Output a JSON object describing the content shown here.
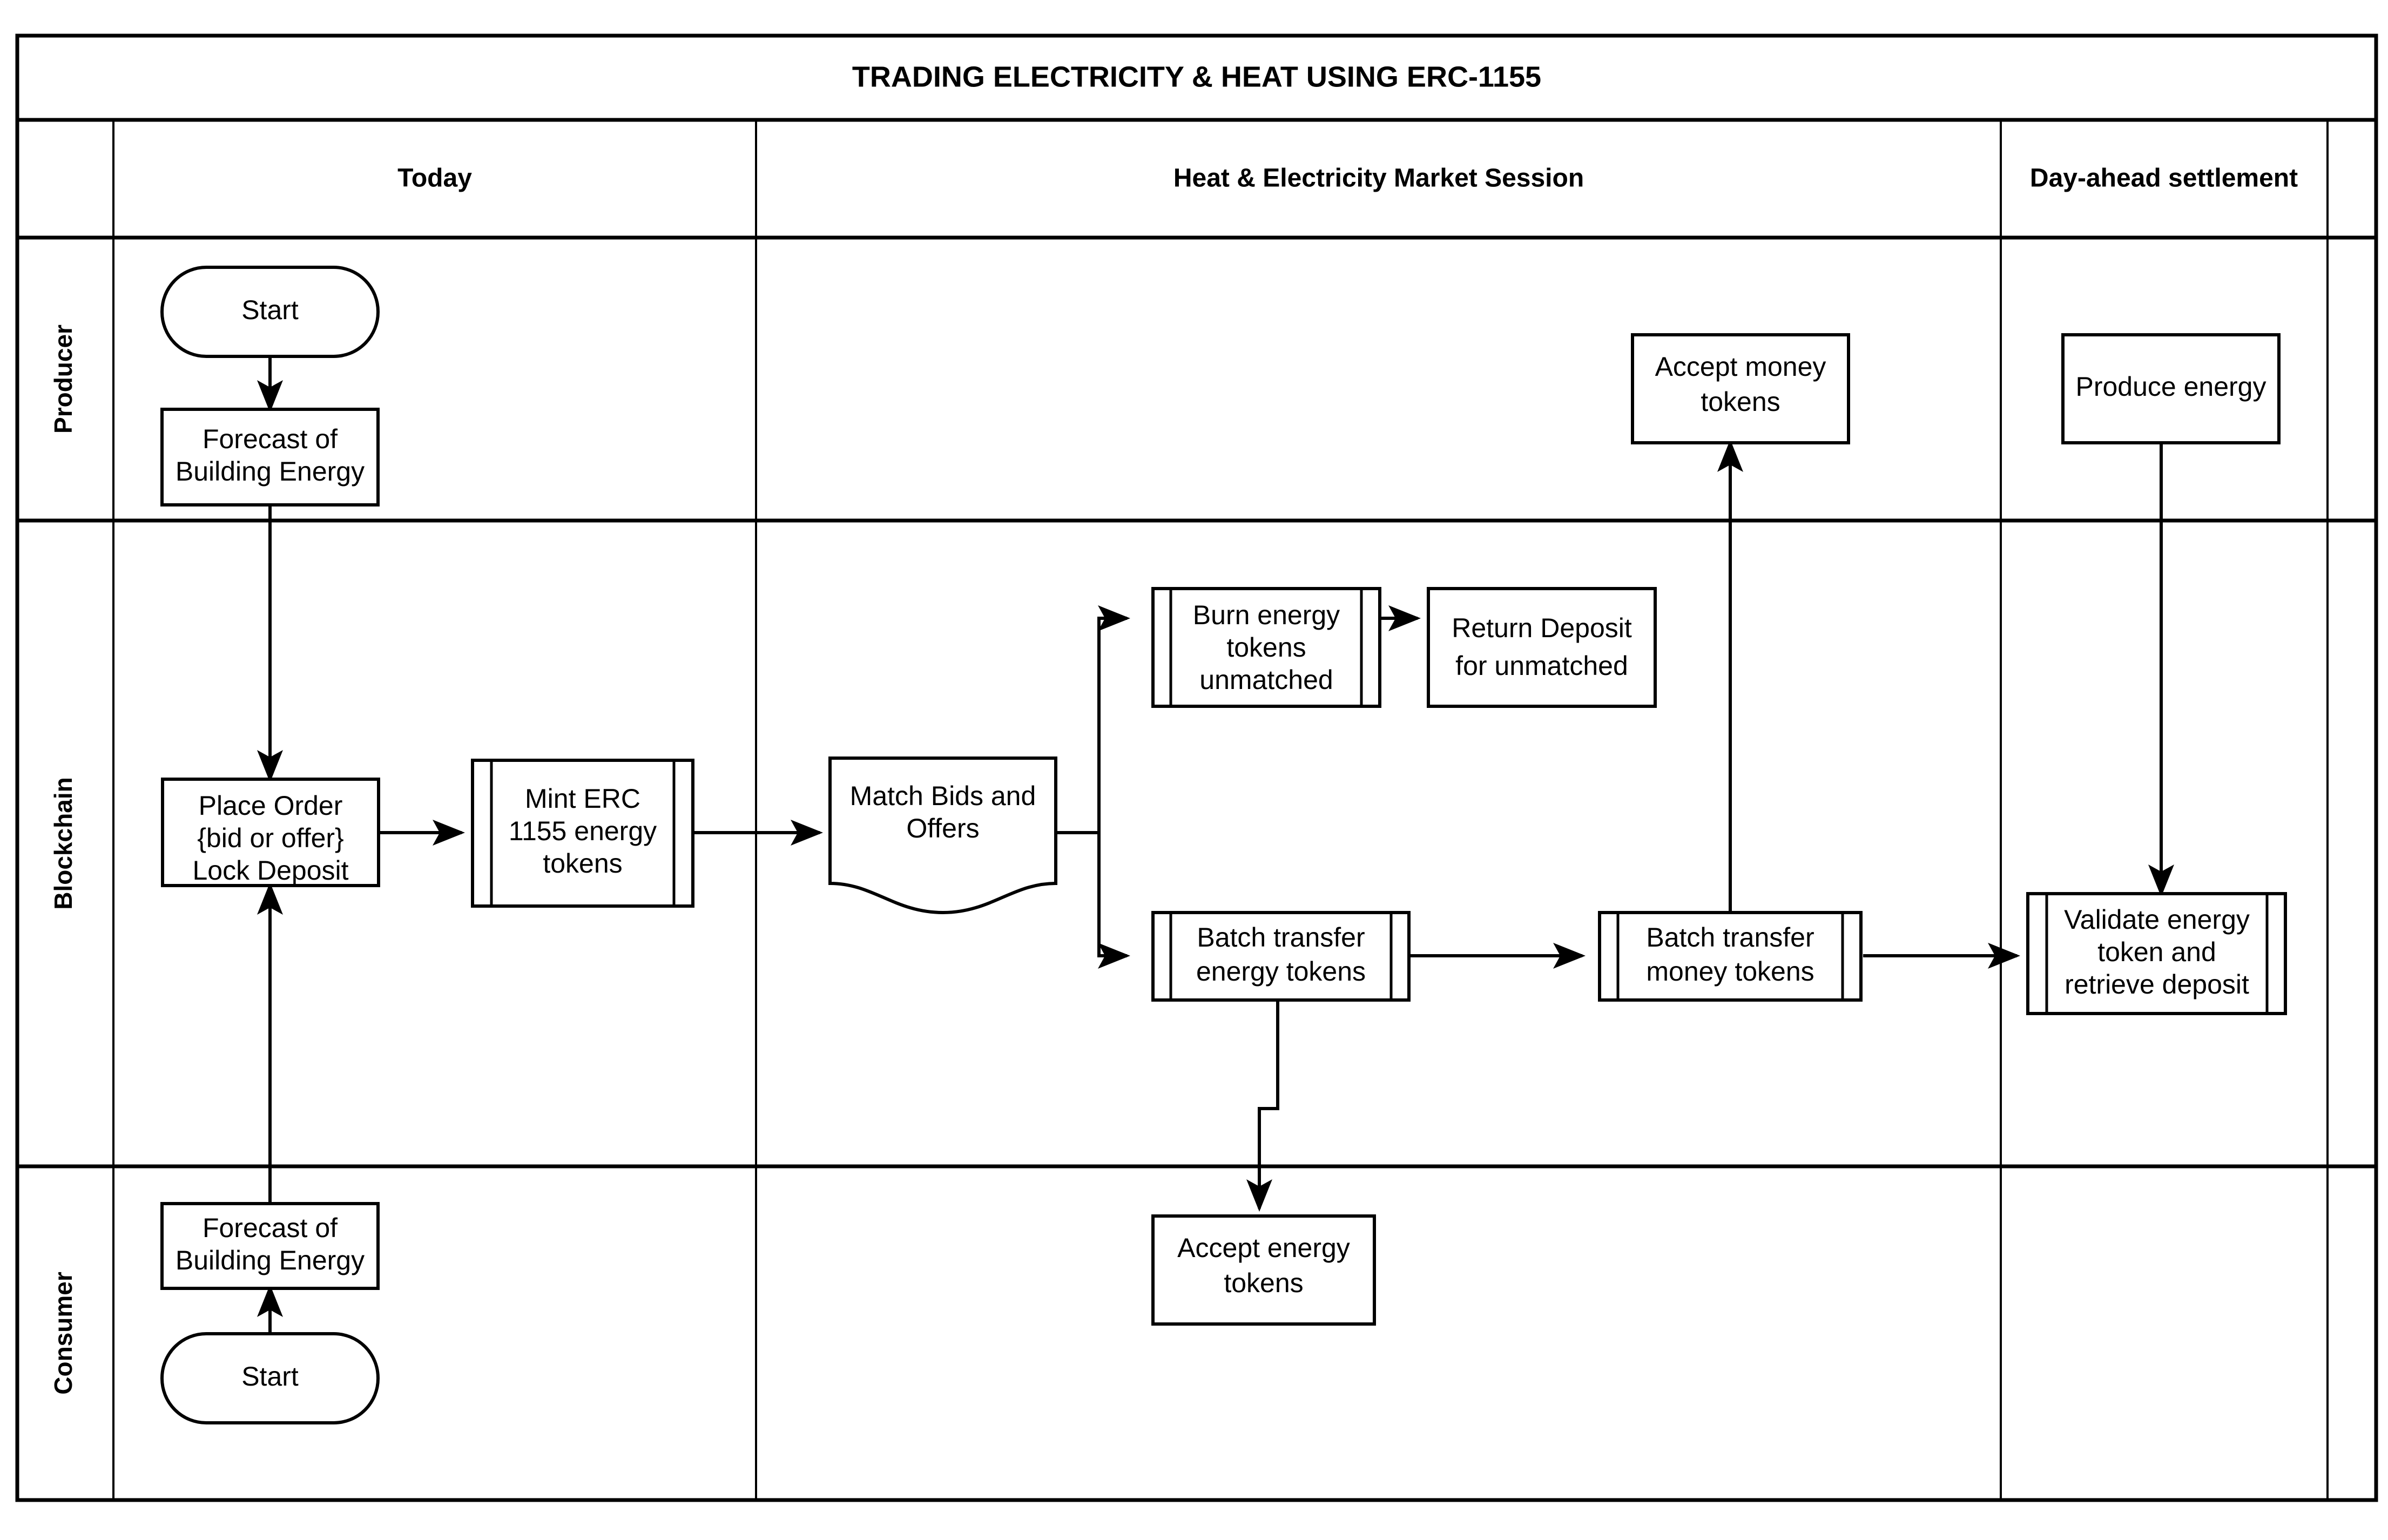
{
  "diagram": {
    "title": "TRADING ELECTRICITY & HEAT USING ERC-1155",
    "type": "swimlane-flowchart",
    "colors": {
      "stroke": "#000000",
      "fill": "#ffffff",
      "background": "#ffffff"
    },
    "phases": [
      {
        "id": "today",
        "label": "Today"
      },
      {
        "id": "market",
        "label": "Heat & Electricity Market Session"
      },
      {
        "id": "settlement",
        "label": "Day-ahead settlement"
      },
      {
        "id": "tail",
        "label": ""
      }
    ],
    "lanes": [
      {
        "id": "producer",
        "label": "Producer"
      },
      {
        "id": "blockchain",
        "label": "Blockchain"
      },
      {
        "id": "consumer",
        "label": "Consumer"
      }
    ],
    "nodes": [
      {
        "id": "producer-start",
        "lane": "producer",
        "phase": "today",
        "shape": "terminator",
        "lines": [
          "Start"
        ]
      },
      {
        "id": "producer-forecast",
        "lane": "producer",
        "phase": "today",
        "shape": "process",
        "lines": [
          "Forecast of",
          "Building Energy"
        ]
      },
      {
        "id": "accept-money-tokens",
        "lane": "producer",
        "phase": "market",
        "shape": "process",
        "lines": [
          "Accept money",
          "tokens"
        ]
      },
      {
        "id": "produce-energy",
        "lane": "producer",
        "phase": "settlement",
        "shape": "process",
        "lines": [
          "Produce energy"
        ]
      },
      {
        "id": "place-order",
        "lane": "blockchain",
        "phase": "today",
        "shape": "process",
        "lines": [
          "Place Order",
          "{bid or offer}",
          "Lock Deposit"
        ]
      },
      {
        "id": "mint-erc-tokens",
        "lane": "blockchain",
        "phase": "today",
        "shape": "predefined-process",
        "lines": [
          "Mint ERC",
          "1155 energy",
          "tokens"
        ]
      },
      {
        "id": "match-bids-offers",
        "lane": "blockchain",
        "phase": "market",
        "shape": "document",
        "lines": [
          "Match Bids and",
          "Offers"
        ]
      },
      {
        "id": "burn-energy-tokens",
        "lane": "blockchain",
        "phase": "market",
        "shape": "predefined-process",
        "lines": [
          "Burn energy",
          "tokens",
          "unmatched"
        ]
      },
      {
        "id": "return-deposit",
        "lane": "blockchain",
        "phase": "market",
        "shape": "process",
        "lines": [
          "Return Deposit",
          "for unmatched"
        ]
      },
      {
        "id": "batch-transfer-energy",
        "lane": "blockchain",
        "phase": "market",
        "shape": "predefined-process",
        "lines": [
          "Batch transfer",
          "energy tokens"
        ]
      },
      {
        "id": "batch-transfer-money",
        "lane": "blockchain",
        "phase": "market",
        "shape": "predefined-process",
        "lines": [
          "Batch transfer",
          "money tokens"
        ]
      },
      {
        "id": "validate-energy",
        "lane": "blockchain",
        "phase": "settlement",
        "shape": "predefined-process",
        "lines": [
          "Validate energy",
          "token and",
          "retrieve deposit"
        ]
      },
      {
        "id": "consumer-forecast",
        "lane": "consumer",
        "phase": "today",
        "shape": "process",
        "lines": [
          "Forecast of",
          "Building Energy"
        ]
      },
      {
        "id": "consumer-start",
        "lane": "consumer",
        "phase": "today",
        "shape": "terminator",
        "lines": [
          "Start"
        ]
      },
      {
        "id": "accept-energy-tokens",
        "lane": "consumer",
        "phase": "market",
        "shape": "process",
        "lines": [
          "Accept energy",
          "tokens"
        ]
      }
    ],
    "edges": [
      {
        "id": "edge-producer-start-to-forecast",
        "from": "producer-start",
        "to": "producer-forecast",
        "arrow": true
      },
      {
        "id": "edge-producer-forecast-to-place-order",
        "from": "producer-forecast",
        "to": "place-order",
        "arrow": true
      },
      {
        "id": "edge-consumer-start-to-forecast",
        "from": "consumer-start",
        "to": "consumer-forecast",
        "arrow": true
      },
      {
        "id": "edge-consumer-forecast-to-place-order",
        "from": "consumer-forecast",
        "to": "place-order",
        "arrow": true
      },
      {
        "id": "edge-place-order-to-mint",
        "from": "place-order",
        "to": "mint-erc-tokens",
        "arrow": true
      },
      {
        "id": "edge-mint-to-match",
        "from": "mint-erc-tokens",
        "to": "match-bids-offers",
        "arrow": true
      },
      {
        "id": "edge-match-to-burn",
        "from": "match-bids-offers",
        "to": "burn-energy-tokens",
        "arrow": true
      },
      {
        "id": "edge-match-to-batch-energy",
        "from": "match-bids-offers",
        "to": "batch-transfer-energy",
        "arrow": true
      },
      {
        "id": "edge-burn-to-return-deposit",
        "from": "burn-energy-tokens",
        "to": "return-deposit",
        "arrow": true
      },
      {
        "id": "edge-batch-energy-to-batch-money",
        "from": "batch-transfer-energy",
        "to": "batch-transfer-money",
        "arrow": true
      },
      {
        "id": "edge-batch-energy-to-accept-energy",
        "from": "batch-transfer-energy",
        "to": "accept-energy-tokens",
        "arrow": true
      },
      {
        "id": "edge-batch-money-to-accept-money",
        "from": "batch-transfer-money",
        "to": "accept-money-tokens",
        "arrow": true
      },
      {
        "id": "edge-batch-money-to-validate",
        "from": "batch-transfer-money",
        "to": "validate-energy",
        "arrow": true
      },
      {
        "id": "edge-produce-energy-to-validate",
        "from": "produce-energy",
        "to": "validate-energy",
        "arrow": true
      }
    ]
  }
}
